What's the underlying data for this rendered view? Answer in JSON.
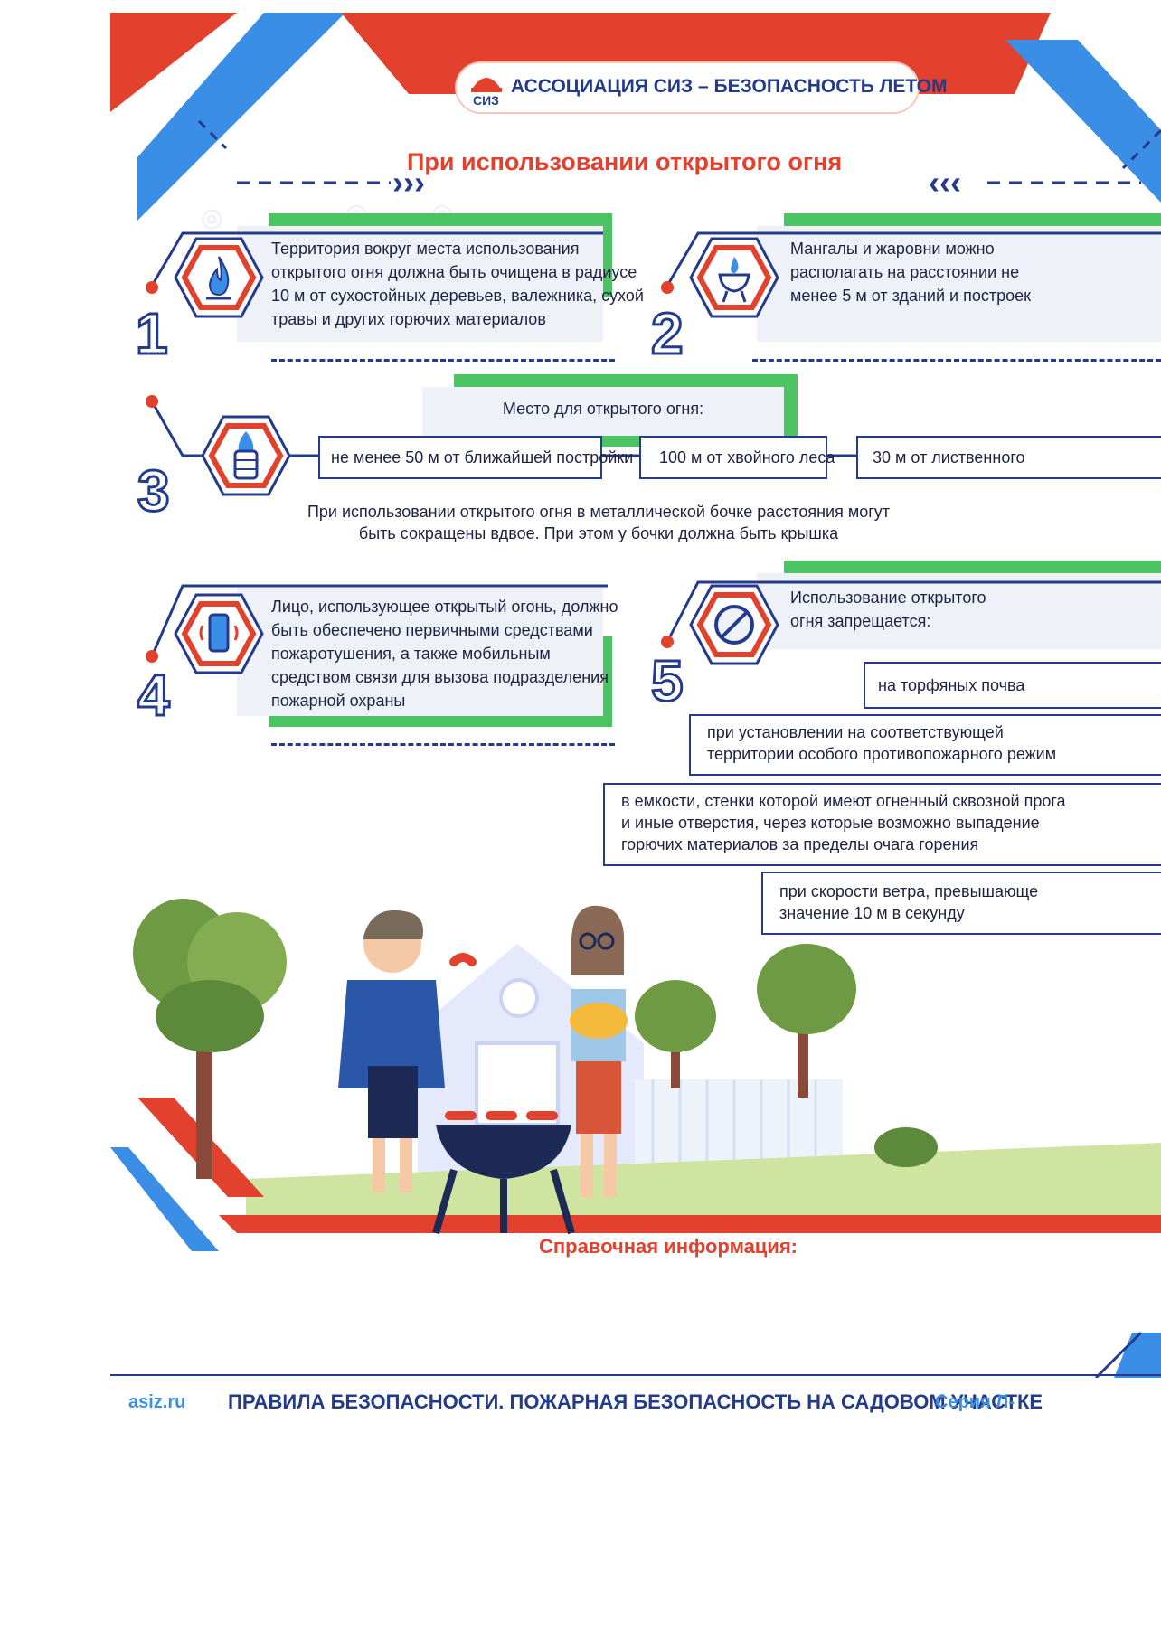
{
  "header": {
    "org_title": "АССОЦИАЦИЯ СИЗ – БЕЗОПАСНОСТЬ ЛЕТОМ",
    "logo_text": "СИЗ",
    "section_title": "При использовании открытого огня"
  },
  "rules": [
    {
      "number": "1",
      "icon": "fire-icon",
      "text": [
        "Территория вокруг места использования",
        "открытого огня должна быть очищена в радиусе",
        "10 м от сухостойных деревьев, валежника, сухой",
        "травы и других горючих материалов"
      ]
    },
    {
      "number": "2",
      "icon": "grill-icon",
      "text": [
        "Мангалы и жаровни можно",
        "располагать на расстоянии не",
        "менее 5 м от зданий и построек"
      ]
    },
    {
      "number": "3",
      "icon": "barrel-fire-icon",
      "title": "Место для открытого огня:",
      "distances": [
        "не менее 50 м от ближайшей постройки",
        "100 м от хвойного леса",
        "30 м от лиственного"
      ],
      "note": [
        "При использовании открытого огня в металлической бочке расстояния могут",
        "быть сокращены вдвое. При этом у бочки должна быть крышка"
      ]
    },
    {
      "number": "4",
      "icon": "phone-icon",
      "text": [
        "Лицо, использующее открытый огонь, должно",
        "быть обеспечено первичными средствами",
        "пожаротушения, а также мобильным",
        "средством связи для вызова подразделения",
        "пожарной охраны"
      ]
    },
    {
      "number": "5",
      "icon": "prohibited-icon",
      "title": [
        "Использование открытого",
        "огня запрещается:"
      ],
      "prohibitions": [
        [
          "на торфяных почва"
        ],
        [
          "при установлении на соответствующей",
          "территории особого противопожарного режим"
        ],
        [
          "в емкости, стенки которой имеют огненный сквозной прога",
          "и иные отверстия, через которые возможно выпадение",
          "горючих материалов за пределы очага горения"
        ],
        [
          "при скорости ветра, превышающе",
          "значение 10 м в секунду"
        ]
      ]
    }
  ],
  "reference_label": "Справочная информация:",
  "footer": {
    "site": "asiz.ru",
    "title": "ПРАВИЛА БЕЗОПАСНОСТИ. ПОЖАРНАЯ БЕЗОПАСНОСТЬ НА САДОВОМ УЧАСТКЕ",
    "series": "Серия Л-"
  },
  "colors": {
    "navy": "#243a8c",
    "red": "#e2412d",
    "blue": "#3a8ee6",
    "green": "#4cc464",
    "card": "#eef1f8"
  }
}
